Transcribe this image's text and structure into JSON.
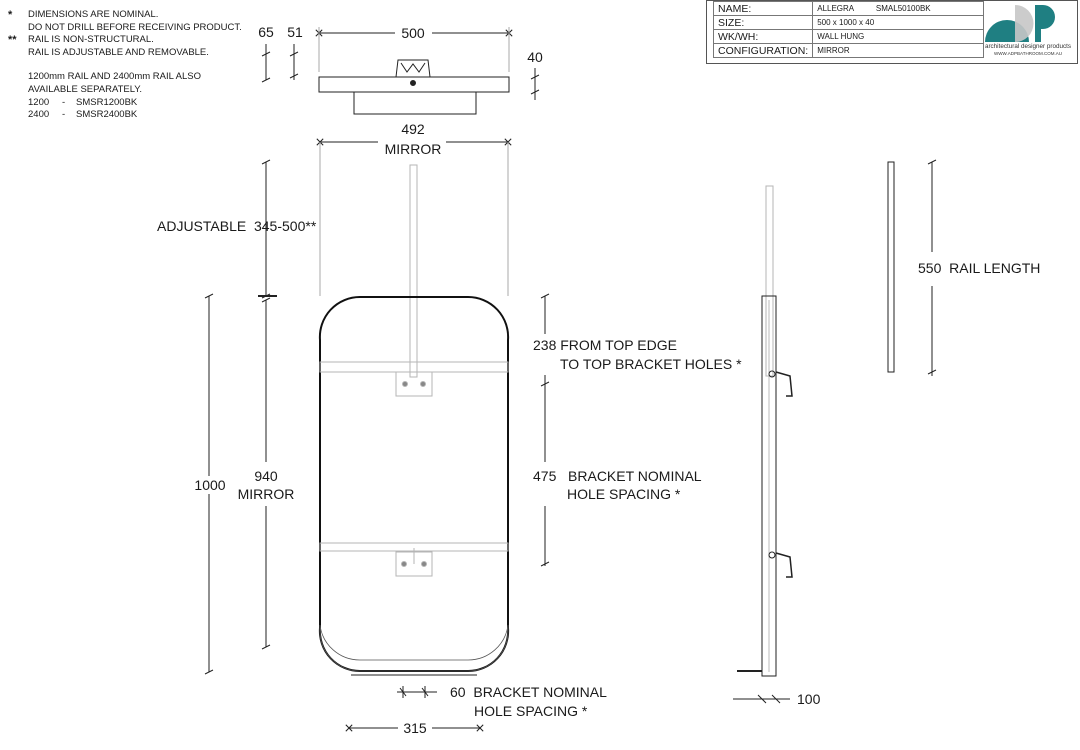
{
  "notes": {
    "star1": "*",
    "line1": "DIMENSIONS ARE NOMINAL.",
    "line2": "DO NOT DRILL BEFORE RECEIVING PRODUCT.",
    "star2": "**",
    "line3": "RAIL IS NON-STRUCTURAL.",
    "line4": "RAIL IS ADJUSTABLE AND REMOVABLE.",
    "line5": "1200mm RAIL AND 2400mm RAIL ALSO",
    "line6": "AVAILABLE SEPARATELY.",
    "codes": [
      {
        "len": "1200",
        "dash": "-",
        "code": "SMSR1200BK"
      },
      {
        "len": "2400",
        "dash": "-",
        "code": "SMSR2400BK"
      }
    ]
  },
  "title_block": {
    "rows": [
      {
        "key": "NAME:",
        "value": "ALLEGRA          SMAL50100BK"
      },
      {
        "key": "SIZE:",
        "value": "500 x 1000 x 40"
      },
      {
        "key": "WK/WH:",
        "value": "WALL HUNG"
      },
      {
        "key": "CONFIGURATION:",
        "value": "MIRROR"
      }
    ],
    "logo_text": "architectural designer products",
    "logo_url": "WWW.ADPBATHROOM.COM.AU",
    "logo_color": "#1f7f82"
  },
  "dims": {
    "top_65": "65",
    "top_51": "51",
    "top_500": "500",
    "top_40": "40",
    "mirror_492": "492",
    "mirror_label": "MIRROR",
    "adjustable_label": "ADJUSTABLE  345-500**",
    "h_1000": "1000",
    "h_940": "940",
    "h_940_label": "MIRROR",
    "from_top_1": "238 FROM TOP EDGE",
    "from_top_2": "TO TOP BRACKET HOLES *",
    "spacing_1": "475   BRACKET NOMINAL",
    "spacing_2": "HOLE SPACING *",
    "bottom_60": "60  BRACKET NOMINAL",
    "bottom_60_2": "HOLE SPACING *",
    "bottom_315": "315",
    "side_100": "100",
    "rail_550": "550  RAIL LENGTH"
  }
}
